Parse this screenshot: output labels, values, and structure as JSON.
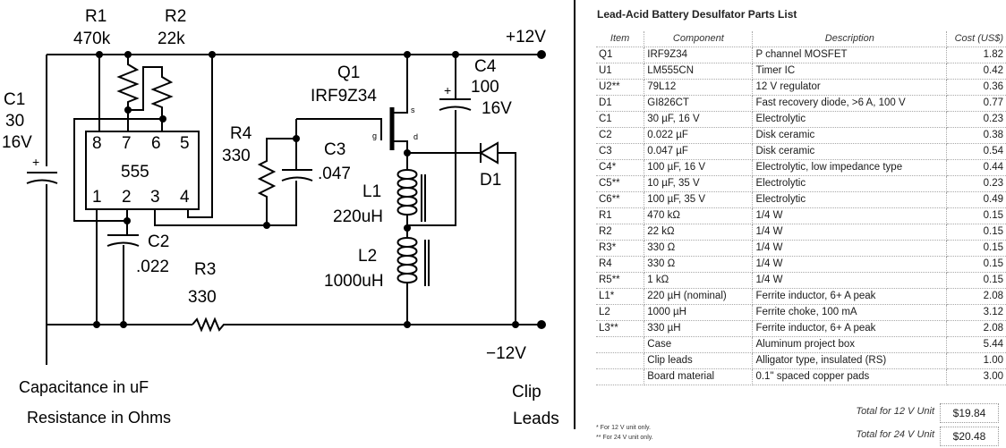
{
  "schematic": {
    "labels": {
      "r1_name": "R1",
      "r1_value": "470k",
      "r2_name": "R2",
      "r2_value": "22k",
      "c1_name": "C1",
      "c1_value": "30",
      "c1_voltage": "16V",
      "ic_name": "555",
      "pins": [
        "8",
        "7",
        "6",
        "5",
        "1",
        "2",
        "3",
        "4"
      ],
      "r4_name": "R4",
      "r4_value": "330",
      "c3_name": "C3",
      "c3_value": ".047",
      "c2_name": "C2",
      "c2_value": ".022",
      "r3_name": "R3",
      "r3_value": "330",
      "q1_name": "Q1",
      "q1_part": "IRF9Z34",
      "q1_gate": "g",
      "q1_source": "s",
      "q1_drain": "d",
      "c4_name": "C4",
      "c4_value": "100",
      "c4_voltage": "16V",
      "d1_name": "D1",
      "l1_name": "L1",
      "l1_value": "220uH",
      "l2_name": "L2",
      "l2_value": "1000uH",
      "plus_rail": "+12V",
      "minus_rail": "−12V",
      "plus_sign": "+",
      "clip_line1": "Clip",
      "clip_line2": "Leads",
      "note_capacitance": "Capacitance in  uF",
      "note_resistance": "Resistance in Ohms"
    }
  },
  "parts_list": {
    "title": "Lead-Acid Battery Desulfator Parts List",
    "columns": [
      "Item",
      "Component",
      "Description",
      "Cost (US$)"
    ],
    "rows": [
      {
        "item": "Q1",
        "component": "IRF9Z34",
        "description": "P channel MOSFET",
        "cost": "1.82"
      },
      {
        "item": "U1",
        "component": "LM555CN",
        "description": "Timer IC",
        "cost": "0.42"
      },
      {
        "item": "U2**",
        "component": "79L12",
        "description": "12 V regulator",
        "cost": "0.36"
      },
      {
        "item": "D1",
        "component": "GI826CT",
        "description": "Fast recovery diode, >6 A, 100 V",
        "cost": "0.77"
      },
      {
        "item": "C1",
        "component": "30 µF, 16 V",
        "description": "Electrolytic",
        "cost": "0.23"
      },
      {
        "item": "C2",
        "component": "0.022 µF",
        "description": "Disk ceramic",
        "cost": "0.38"
      },
      {
        "item": "C3",
        "component": "0.047 µF",
        "description": "Disk ceramic",
        "cost": "0.54"
      },
      {
        "item": "C4*",
        "component": "100 µF, 16 V",
        "description": "Electrolytic, low impedance type",
        "cost": "0.44"
      },
      {
        "item": "C5**",
        "component": "10 µF, 35 V",
        "description": "Electrolytic",
        "cost": "0.23"
      },
      {
        "item": "C6**",
        "component": "100 µF, 35 V",
        "description": "Electrolytic",
        "cost": "0.49"
      },
      {
        "item": "R1",
        "component": "470 kΩ",
        "description": "1/4 W",
        "cost": "0.15"
      },
      {
        "item": "R2",
        "component": "22 kΩ",
        "description": "1/4 W",
        "cost": "0.15"
      },
      {
        "item": "R3*",
        "component": "330 Ω",
        "description": "1/4 W",
        "cost": "0.15"
      },
      {
        "item": "R4",
        "component": "330 Ω",
        "description": "1/4 W",
        "cost": "0.15"
      },
      {
        "item": "R5**",
        "component": "1 kΩ",
        "description": "1/4 W",
        "cost": "0.15"
      },
      {
        "item": "L1*",
        "component": "220 µH (nominal)",
        "description": "Ferrite inductor, 6+ A peak",
        "cost": "2.08"
      },
      {
        "item": "L2",
        "component": "1000 µH",
        "description": "Ferrite choke, 100 mA",
        "cost": "3.12"
      },
      {
        "item": "L3**",
        "component": "330 µH",
        "description": "Ferrite inductor, 6+ A peak",
        "cost": "2.08"
      },
      {
        "item": "",
        "component": "Case",
        "description": "Aluminum project box",
        "cost": "5.44"
      },
      {
        "item": "",
        "component": "Clip leads",
        "description": "Alligator type, insulated (RS)",
        "cost": "1.00"
      },
      {
        "item": "",
        "component": "Board material",
        "description": "0.1\" spaced copper pads",
        "cost": "3.00"
      }
    ],
    "totals": [
      {
        "label": "Total for 12 V Unit",
        "value": "$19.84"
      },
      {
        "label": "Total for 24 V Unit",
        "value": "$20.48"
      }
    ],
    "footnotes": [
      "* For 12 V unit only.",
      "** For 24 V unit only."
    ]
  }
}
